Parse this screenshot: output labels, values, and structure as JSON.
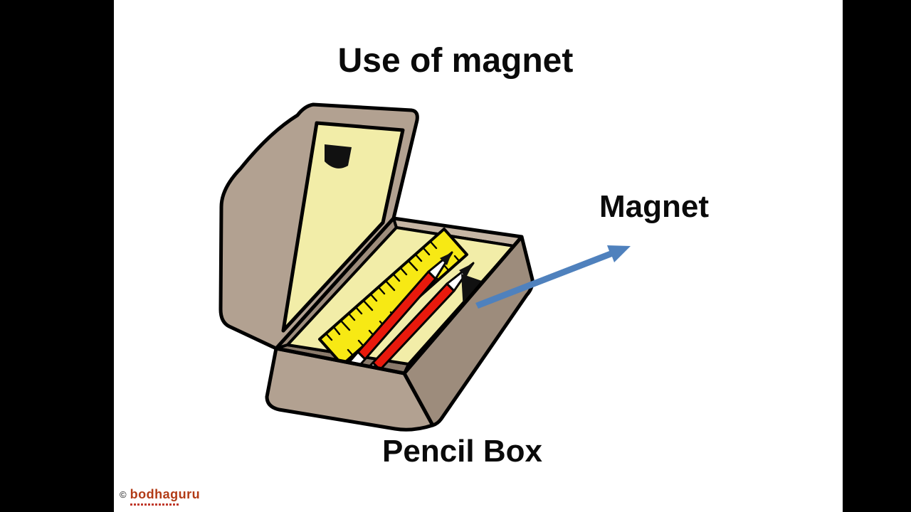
{
  "title": "Use of magnet",
  "labels": {
    "magnet": "Magnet",
    "pencil_box": "Pencil Box"
  },
  "logo": {
    "copyright": "©",
    "name": "bodhaguru"
  },
  "colors": {
    "pillarbox_black": "#000000",
    "background_white": "#ffffff",
    "box_tan": "#b2a191",
    "box_tan_dark": "#9d8c7c",
    "box_tan_light": "#c6b6a5",
    "box_tan_mid": "#ab9a8a",
    "box_tan_shadow": "#8a7a6b",
    "interior_yellow": "#f2eda8",
    "ruler_yellow": "#f7e914",
    "pencil_red": "#e8190c",
    "pencil_white": "#ffffff",
    "outline_black": "#111111",
    "arrow_blue": "#4f81bd",
    "logo_red": "#b23b16"
  }
}
